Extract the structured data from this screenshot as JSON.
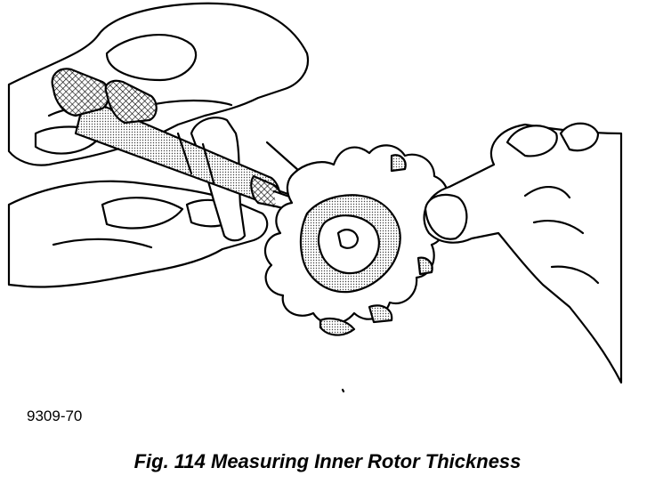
{
  "figure": {
    "id_label": "9309-70",
    "caption": "Fig. 114 Measuring Inner Rotor Thickness"
  },
  "colors": {
    "line": "#000000",
    "shade": "#bdbdbd",
    "background": "#ffffff"
  },
  "icons": [
    "micrometer-illustration",
    "inner-rotor-illustration",
    "hand-illustration"
  ]
}
